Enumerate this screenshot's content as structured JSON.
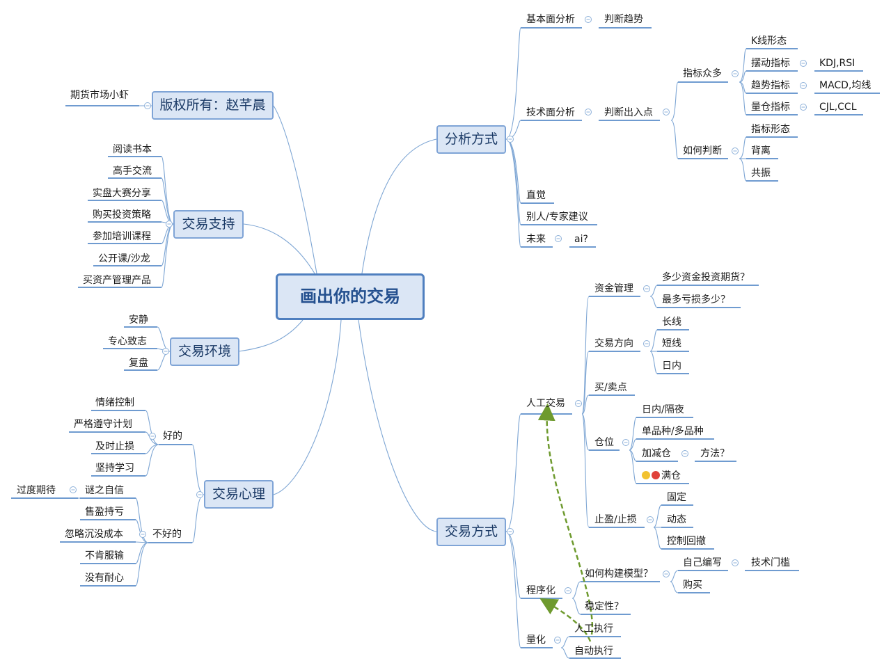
{
  "center": "画出你的交易",
  "copyright": {
    "label": "版权所有：赵芊晨",
    "child": "期货市场小虾"
  },
  "support": {
    "label": "交易支持",
    "items": [
      "阅读书本",
      "高手交流",
      "实盘大赛分享",
      "购买投资策略",
      "参加培训课程",
      "公开课/沙龙",
      "买资产管理产品"
    ]
  },
  "environment": {
    "label": "交易环境",
    "items": [
      "安静",
      "专心致志",
      "复盘"
    ]
  },
  "psychology": {
    "label": "交易心理",
    "good": {
      "label": "好的",
      "items": [
        "情绪控制",
        "严格遵守计划",
        "及时止损",
        "坚持学习"
      ]
    },
    "bad": {
      "label": "不好的",
      "items": [
        "谜之自信",
        "售盈持亏",
        "忽略沉没成本",
        "不肯服输",
        "没有耐心"
      ],
      "overconfidence_child": "过度期待"
    }
  },
  "analysis": {
    "label": "分析方式",
    "fundamental": {
      "label": "基本面分析",
      "child": "判断趋势"
    },
    "technical": {
      "label": "技术面分析",
      "child": "判断出入点",
      "many_indicators": {
        "label": "指标众多",
        "kline": "K线形态",
        "oscillator": "摆动指标",
        "oscillator_child": "KDJ,RSI",
        "trend": "趋势指标",
        "trend_child": "MACD,均线",
        "volume": "量仓指标",
        "volume_child": "CJL,CCL"
      },
      "how_judge": {
        "label": "如何判断",
        "items": [
          "指标形态",
          "背离",
          "共振"
        ]
      }
    },
    "intuition": "直觉",
    "advice": "别人/专家建议",
    "future": {
      "label": "未来",
      "child": "ai?"
    }
  },
  "trading": {
    "label": "交易方式",
    "manual": {
      "label": "人工交易",
      "capital": {
        "label": "资金管理",
        "items": [
          "多少资金投资期货？",
          "最多亏损多少？"
        ]
      },
      "direction": {
        "label": "交易方向",
        "items": [
          "长线",
          "短线",
          "日内"
        ]
      },
      "buysell": "买/卖点",
      "position": {
        "label": "仓位",
        "intraday": "日内/隔夜",
        "variety": "单品种/多品种",
        "adjust": "加减仓",
        "adjust_child": "方法？",
        "full": "满仓"
      },
      "stop": {
        "label": "止盈/止损",
        "items": [
          "固定",
          "动态",
          "控制回撤"
        ]
      }
    },
    "program": {
      "label": "程序化",
      "model": {
        "label": "如何构建模型？",
        "self": "自己编写",
        "self_child": "技术门槛",
        "buy": "购买"
      },
      "stability": "稳定性？"
    },
    "quant": {
      "label": "量化",
      "items": [
        "人工执行",
        "自动执行"
      ]
    }
  },
  "colors": {
    "line": "#7ea6d4",
    "underline": "#6f9bd0",
    "box_fill": "#dbe6f5",
    "box_border": "#7fa4d6",
    "arrow": "#6e9a2e"
  }
}
